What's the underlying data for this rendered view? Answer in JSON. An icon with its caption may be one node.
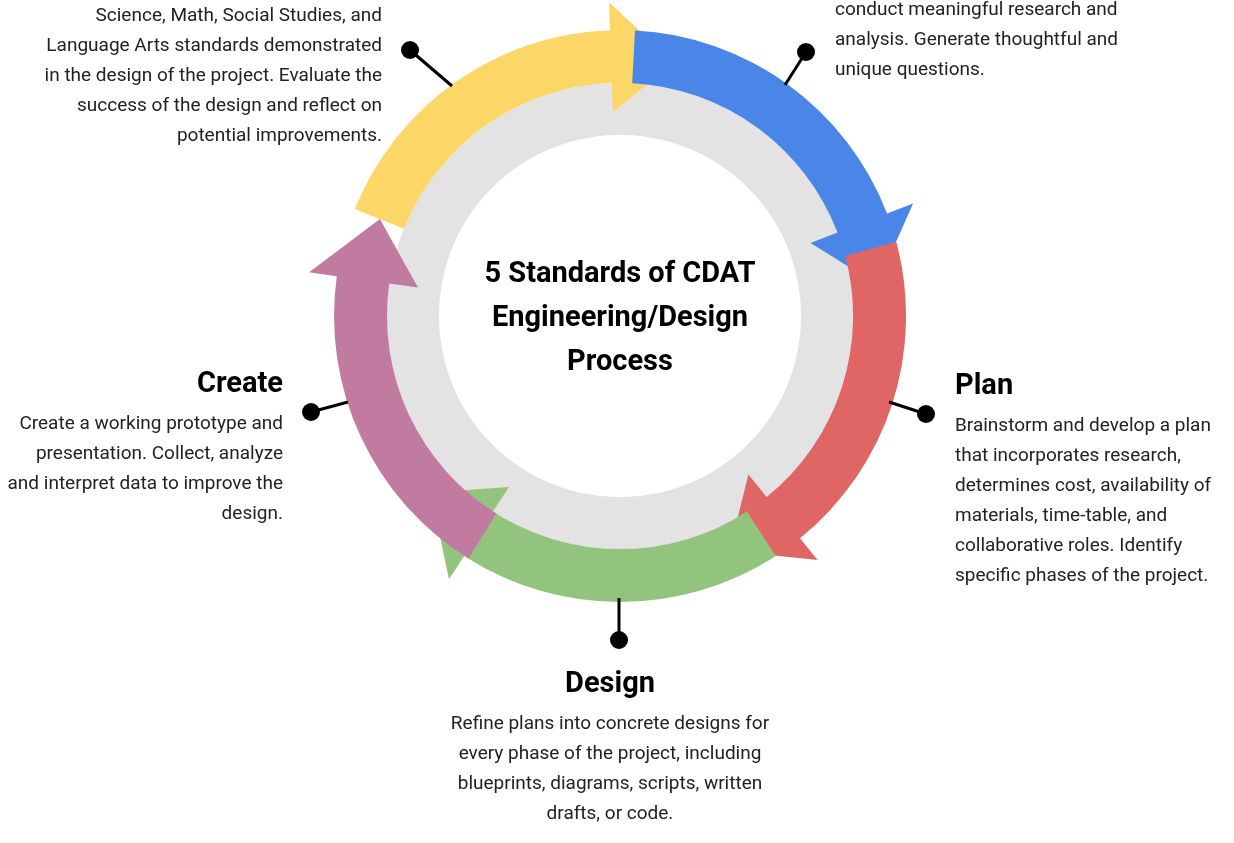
{
  "diagram": {
    "nodes": [
      {
        "text": [
          "5 Standards of CDAT Engineering/Design Process"
        ]
      },
      {
        "text": [
          "Science, Math, Social Studies, and Language Arts standards demonstrated in the design of the project. Evaluate the success of the design and reflect on potential improvements."
        ]
      },
      {
        "text": [
          "conduct meaningful research and analysis. Generate thoughtful and unique questions."
        ]
      },
      {
        "text": [
          "Plan",
          "Brainstorm and develop a plan that incorporates research, determines cost, availability of materials, time-table, and collaborative roles. Identify specific phases of the project."
        ]
      },
      {
        "text": [
          "Design",
          "Refine plans into concrete designs for every phase of the project, including blueprints, diagrams, scripts, written drafts, or code."
        ]
      },
      {
        "text": [
          "Create",
          "Create a working prototype and presentation. Collect, analyze and interpret data to improve the design."
        ]
      }
    ],
    "edges": [
      {
        "from": 1,
        "to": null,
        "arrow": "other"
      },
      {
        "from": 2,
        "to": null,
        "arrow": "other"
      },
      {
        "from": 3,
        "to": null,
        "arrow": "other"
      },
      {
        "from": 4,
        "to": null,
        "arrow": "other"
      },
      {
        "from": 5,
        "to": null,
        "arrow": "other"
      }
    ]
  }
}
